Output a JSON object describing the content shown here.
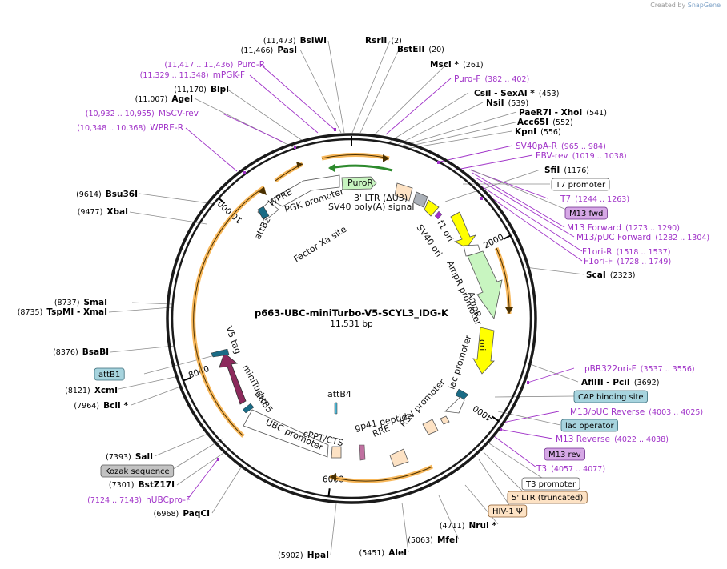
{
  "credit": {
    "prefix": "Created by",
    "brand": "SnapGene"
  },
  "plasmid": {
    "name": "p663-UBC-miniTurbo-V5-SCYL3_IDG-K",
    "length": "11,531 bp",
    "size": 11531
  },
  "ticks": [
    {
      "bp": 2000,
      "label": "2000"
    },
    {
      "bp": 4000,
      "label": "4000"
    },
    {
      "bp": 6000,
      "label": "6000"
    },
    {
      "bp": 8000,
      "label": "8000"
    },
    {
      "bp": 10000,
      "label": "10,000"
    }
  ],
  "sites": [
    {
      "name": "BsiWI",
      "pos": "(11,473)",
      "kind": "enzyme"
    },
    {
      "name": "PasI",
      "pos": "(11,466)",
      "kind": "enzyme"
    },
    {
      "name": "Puro-R",
      "pos": "(11,417 .. 11,436)",
      "kind": "primer"
    },
    {
      "name": "mPGK-F",
      "pos": "(11,329 .. 11,348)",
      "kind": "primer"
    },
    {
      "name": "BlpI",
      "pos": "(11,170)",
      "kind": "enzyme"
    },
    {
      "name": "AgeI",
      "pos": "(11,007)",
      "kind": "enzyme"
    },
    {
      "name": "MSCV-rev",
      "pos": "(10,932 .. 10,955)",
      "kind": "primer"
    },
    {
      "name": "WPRE-R",
      "pos": "(10,348 .. 10,368)",
      "kind": "primer"
    },
    {
      "name": "Bsu36I",
      "pos": "(9614)",
      "kind": "enzyme"
    },
    {
      "name": "XbaI",
      "pos": "(9477)",
      "kind": "enzyme"
    },
    {
      "name": "SmaI",
      "pos": "(8737)",
      "kind": "enzyme"
    },
    {
      "name": "TspMI  - XmaI",
      "pos": "(8735)",
      "kind": "enzyme"
    },
    {
      "name": "BsaBI",
      "pos": "(8376)",
      "kind": "enzyme"
    },
    {
      "name": "attB1",
      "pos": "",
      "kind": "box-blue"
    },
    {
      "name": "XcmI",
      "pos": "(8121)",
      "kind": "enzyme"
    },
    {
      "name": "BclI *",
      "pos": "(7964)",
      "kind": "enzyme"
    },
    {
      "name": "SalI",
      "pos": "(7393)",
      "kind": "enzyme"
    },
    {
      "name": "Kozak sequence",
      "pos": "",
      "kind": "box-gray"
    },
    {
      "name": "BstZ17I",
      "pos": "(7301)",
      "kind": "enzyme"
    },
    {
      "name": "hUBCpro-F",
      "pos": "(7124 .. 7143)",
      "kind": "primer"
    },
    {
      "name": "PaqCI",
      "pos": "(6968)",
      "kind": "enzyme"
    },
    {
      "name": "HpaI",
      "pos": "(5902)",
      "kind": "enzyme"
    },
    {
      "name": "AleI",
      "pos": "(5451)",
      "kind": "enzyme"
    },
    {
      "name": "MfeI",
      "pos": "(5063)",
      "kind": "enzyme"
    },
    {
      "name": "NruI *",
      "pos": "(4711)",
      "kind": "enzyme"
    },
    {
      "name": "RsrII",
      "pos": "(2)",
      "kind": "enzyme"
    },
    {
      "name": "BstEII",
      "pos": "(20)",
      "kind": "enzyme"
    },
    {
      "name": "MscI *",
      "pos": "(261)",
      "kind": "enzyme"
    },
    {
      "name": "Puro-F",
      "pos": "(382 .. 402)",
      "kind": "primer"
    },
    {
      "name": "CsiI  - SexAI *",
      "pos": "(453)",
      "kind": "enzyme"
    },
    {
      "name": "NsiI",
      "pos": "(539)",
      "kind": "enzyme"
    },
    {
      "name": "PaeR7I  - XhoI",
      "pos": "(541)",
      "kind": "enzyme"
    },
    {
      "name": "Acc65I",
      "pos": "(552)",
      "kind": "enzyme"
    },
    {
      "name": "KpnI",
      "pos": "(556)",
      "kind": "enzyme"
    },
    {
      "name": "SV40pA-R",
      "pos": "(965 .. 984)",
      "kind": "primer"
    },
    {
      "name": "EBV-rev",
      "pos": "(1019 .. 1038)",
      "kind": "primer"
    },
    {
      "name": "SfiI",
      "pos": "(1176)",
      "kind": "enzyme"
    },
    {
      "name": "T7 promoter",
      "pos": "",
      "kind": "box-white"
    },
    {
      "name": "T7",
      "pos": "(1244 .. 1263)",
      "kind": "primer"
    },
    {
      "name": "M13 fwd",
      "pos": "",
      "kind": "box-purple"
    },
    {
      "name": "M13 Forward",
      "pos": "(1273 .. 1290)",
      "kind": "primer"
    },
    {
      "name": "M13/pUC Forward",
      "pos": "(1282 .. 1304)",
      "kind": "primer"
    },
    {
      "name": "F1ori-R",
      "pos": "(1518 .. 1537)",
      "kind": "primer"
    },
    {
      "name": "F1ori-F",
      "pos": "(1728 .. 1749)",
      "kind": "primer"
    },
    {
      "name": "ScaI",
      "pos": "(2323)",
      "kind": "enzyme"
    },
    {
      "name": "pBR322ori-F",
      "pos": "(3537 .. 3556)",
      "kind": "primer"
    },
    {
      "name": "AflIII  - PciI",
      "pos": "(3692)",
      "kind": "enzyme"
    },
    {
      "name": "CAP binding site",
      "pos": "",
      "kind": "box-blue"
    },
    {
      "name": "M13/pUC Reverse",
      "pos": "(4003 .. 4025)",
      "kind": "primer"
    },
    {
      "name": "lac operator",
      "pos": "",
      "kind": "box-blue"
    },
    {
      "name": "M13 Reverse",
      "pos": "(4022 .. 4038)",
      "kind": "primer"
    },
    {
      "name": "M13 rev",
      "pos": "",
      "kind": "box-purple"
    },
    {
      "name": "T3",
      "pos": "(4057 .. 4077)",
      "kind": "primer"
    },
    {
      "name": "T3 promoter",
      "pos": "",
      "kind": "box-white"
    },
    {
      "name": "5' LTR (truncated)",
      "pos": "",
      "kind": "box-peach"
    },
    {
      "name": "HIV-1 Ψ",
      "pos": "",
      "kind": "box-peach"
    }
  ],
  "features": [
    {
      "label": "PuroR"
    },
    {
      "label": "3' LTR (ΔU3)"
    },
    {
      "label": "SV40 poly(A) signal"
    },
    {
      "label": "PGK promoter"
    },
    {
      "label": "WPRE"
    },
    {
      "label": "attB2"
    },
    {
      "label": "Factor Xa site"
    },
    {
      "label": "f1 ori"
    },
    {
      "label": "SV40 ori"
    },
    {
      "label": "AmpR promoter"
    },
    {
      "label": "AmpR"
    },
    {
      "label": "ori"
    },
    {
      "label": "lac promoter"
    },
    {
      "label": "RSV promoter"
    },
    {
      "label": "RRE"
    },
    {
      "label": "gp41 peptide"
    },
    {
      "label": "attB4"
    },
    {
      "label": "cPPT/CTS"
    },
    {
      "label": "UBC promoter"
    },
    {
      "label": "attB5"
    },
    {
      "label": "miniTurbo"
    },
    {
      "label": "V5 tag"
    }
  ],
  "colors": {
    "backbone": "#1a1a1a",
    "orf": "#f7b75a",
    "enzyme_line": "#8c8c8c",
    "primer": "#a032c8",
    "puro": "#c8f5c0",
    "ampr": "#c8f5c0",
    "ori": "#ffff00",
    "miniturbo": "#8c2a5c",
    "ltr": "#fde2c4",
    "attb": "#9ccfd8",
    "promoter": "#ffffff"
  }
}
